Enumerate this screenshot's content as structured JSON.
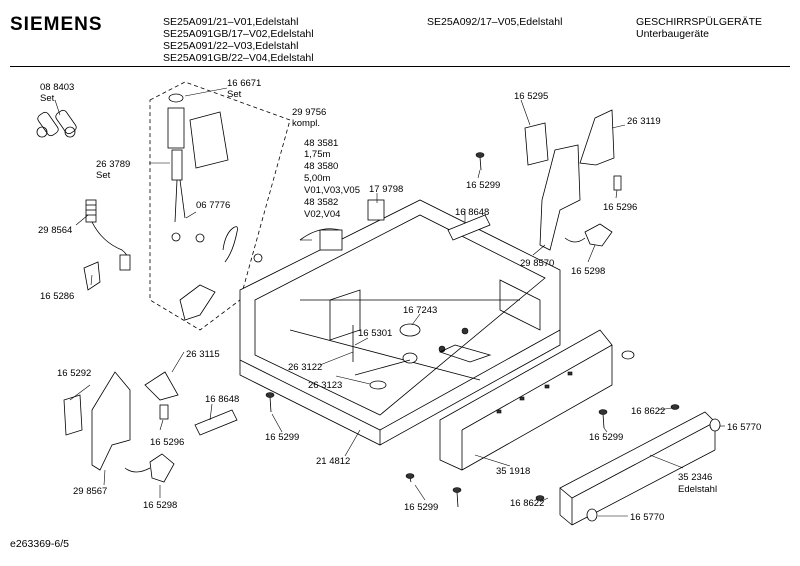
{
  "header": {
    "brand": "SIEMENS",
    "models_left": [
      "SE25A091/21–V01,Edelstahl",
      "SE25A091GB/17–V02,Edelstahl",
      "SE25A091/22–V03,Edelstahl",
      "SE25A091GB/22–V04,Edelstahl"
    ],
    "models_right": "SE25A092/17–V05,Edelstahl",
    "category": "GESCHIRRSPÜLGERÄTE",
    "subcategory": "Unterbaugeräte"
  },
  "labels": {
    "l_088403": "08 8403",
    "l_088403_set": "Set",
    "l_166671": "16 6671",
    "l_166671_set": "Set",
    "l_299756": "29 9756",
    "l_299756_k": "kompl.",
    "l_263789": "26 3789",
    "l_263789_set": "Set",
    "l_067776": "06 7776",
    "l_298564": "29 8564",
    "l_165286": "16 5286",
    "l_483581": "48 3581",
    "l_175m": "1,75m",
    "l_483580": "48 3580",
    "l_500m": "5,00m",
    "l_v01": "V01,V03,V05",
    "l_483582": "48 3582",
    "l_v02": "V02,V04",
    "l_179798": "17 9798",
    "l_168648a": "16 8648",
    "l_165299a": "16 5299",
    "l_165295": "16 5295",
    "l_263119": "26 3119",
    "l_165296a": "16 5296",
    "l_298570": "29 8570",
    "l_165298a": "16 5298",
    "l_167243": "16 7243",
    "l_165301": "16 5301",
    "l_263122": "26 3122",
    "l_263123": "26 3123",
    "l_263115": "26 3115",
    "l_165292": "16 5292",
    "l_168648b": "16 8648",
    "l_165296b": "16 5296",
    "l_298567": "29 8567",
    "l_165298b": "16 5298",
    "l_165299b": "16 5299",
    "l_214812": "21 4812",
    "l_351918": "35 1918",
    "l_165299c": "16 5299",
    "l_168622a": "16 8622",
    "l_165299d": "16 5299",
    "l_168622b": "16 8622",
    "l_165770a": "16 5770",
    "l_352346": "35 2346",
    "l_edelstahl": "Edelstahl",
    "l_165770b": "16 5770"
  },
  "footer": {
    "code": "e263369-6/5"
  }
}
